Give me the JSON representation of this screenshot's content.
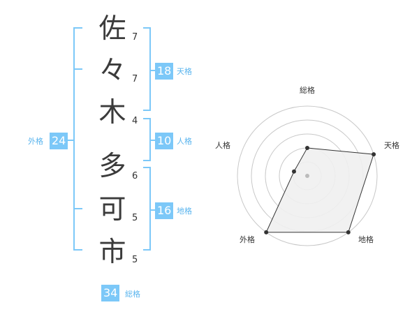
{
  "name_chars": [
    {
      "char": "佐",
      "strokes": "7"
    },
    {
      "char": "々",
      "strokes": "7"
    },
    {
      "char": "木",
      "strokes": "4"
    },
    {
      "char": "多",
      "strokes": "6"
    },
    {
      "char": "可",
      "strokes": "5"
    },
    {
      "char": "市",
      "strokes": "5"
    }
  ],
  "kakusu": {
    "tenkaku": {
      "value": "18",
      "label": "天格"
    },
    "jinkaku": {
      "value": "10",
      "label": "人格"
    },
    "chikaku": {
      "value": "16",
      "label": "地格"
    },
    "gaikaku": {
      "value": "24",
      "label": "外格"
    },
    "soukaku": {
      "value": "34",
      "label": "総格"
    }
  },
  "colors": {
    "accent": "#7cc8f8",
    "badge_text": "#ffffff",
    "label_text": "#5bb5ee",
    "char_text": "#3b3b3b",
    "radar_fill": "#f0f0f0",
    "radar_ring": "#c8c8c8"
  },
  "radar": {
    "axes": [
      "総格",
      "天格",
      "地格",
      "外格",
      "人格"
    ],
    "levels": 5,
    "values": [
      2,
      5,
      5,
      5,
      1
    ]
  }
}
